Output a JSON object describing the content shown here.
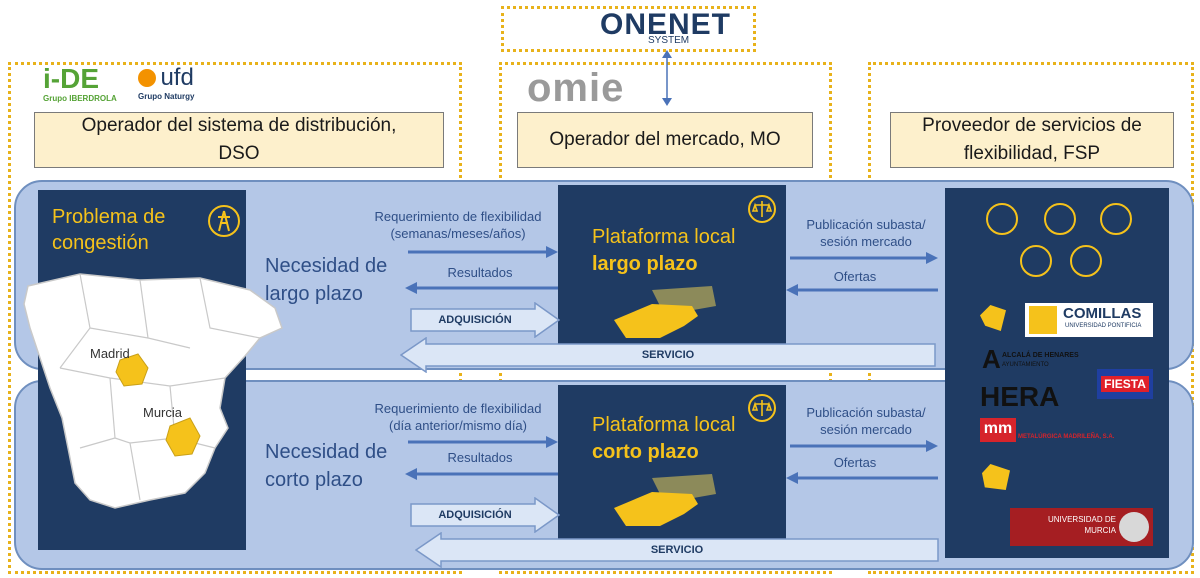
{
  "header": {
    "onenet_logo": "ONENET",
    "onenet_sub": "SYSTEM",
    "omie_logo": "omie"
  },
  "dso": {
    "logo_ide": "i-DE",
    "logo_ide_sub": "Grupo IBERDROLA",
    "logo_ufd": "ufd",
    "logo_ufd_sub": "Grupo Naturgy",
    "title": "Operador del sistema de distribución,\nDSO"
  },
  "mo": {
    "title": "Operador del mercado, MO"
  },
  "fsp": {
    "title": "Proveedor de servicios de\nflexibilidad, FSP"
  },
  "problem": {
    "title": "Problema de\ncongestión",
    "madrid": "Madrid",
    "murcia": "Murcia"
  },
  "long_term": {
    "need": "Necesidad de\nlargo plazo",
    "req_label": "Requerimiento de flexibilidad\n(semanas/meses/años)",
    "results": "Resultados",
    "platform_line1": "Plataforma local",
    "platform_line2": "largo plazo",
    "pub_label": "Publicación subasta/\nsesión mercado",
    "offers": "Ofertas",
    "acquisition": "ADQUISICIÓN",
    "service": "SERVICIO"
  },
  "short_term": {
    "need": "Necesidad de\ncorto plazo",
    "req_label": "Requerimiento de flexibilidad\n(día anterior/mismo día)",
    "results": "Resultados",
    "platform_line1": "Plataforma local",
    "platform_line2": "corto plazo",
    "pub_label": "Publicación subasta/\nsesión mercado",
    "offers": "Ofertas",
    "acquisition": "ADQUISICIÓN",
    "service": "SERVICIO"
  },
  "providers": {
    "comillas": "COMILLAS",
    "comillas_sub": "UNIVERSIDAD PONTIFICIA",
    "alcala": "ALCALÁ DE HENARES",
    "alcala_sub": "AYUNTAMIENTO",
    "fiesta": "FIESTA",
    "hera": "HERA",
    "mm": "mm",
    "metalurgica": "METALÚRGICA MADRILEÑA, S.A.",
    "umu": "UNIVERSIDAD DE\nMURCIA"
  },
  "colors": {
    "navy": "#1f3b63",
    "band": "#b4c7e7",
    "accent": "#f5c21b",
    "arrow": "#4a72b8",
    "dotted": "#e8b21a"
  }
}
